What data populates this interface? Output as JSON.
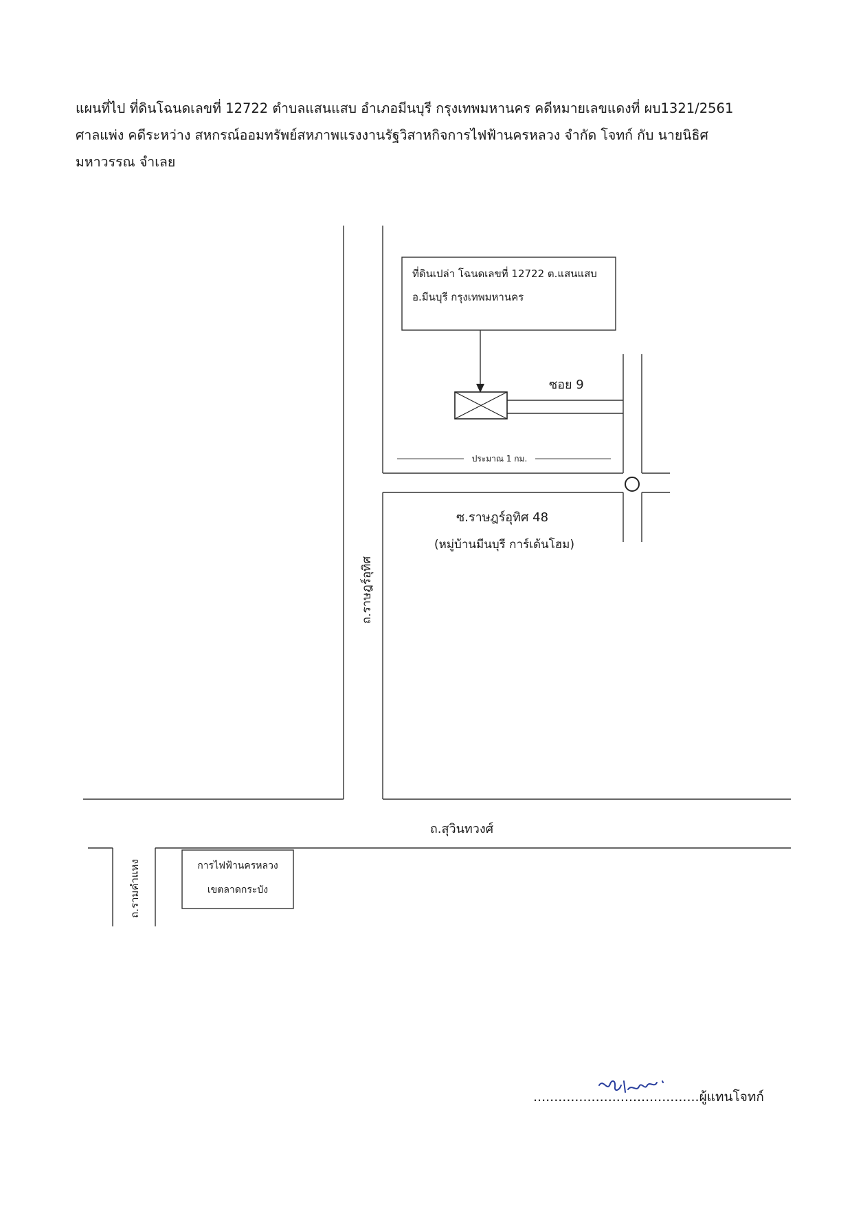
{
  "heading": {
    "line1": "แผนที่ไป ที่ดินโฉนดเลขที่ 12722 ตำบลแสนแสบ อำเภอมีนบุรี กรุงเทพมหานคร คดีหมายเลขแดงที่ ผบ1321/2561",
    "line2": "ศาลแพ่ง คดีระหว่าง สหกรณ์ออมทรัพย์สหภาพแรงงานรัฐวิสาหกิจการไฟฟ้านครหลวง จำกัด โจทก์ กับ  นายนิธิศ",
    "line3": "มหาวรรณ  จำเลย"
  },
  "map": {
    "plot_box": {
      "line1": "ที่ดินเปล่า โฉนดเลขที่ 12722 ต.แสนแสบ",
      "line2": "อ.มีนบุรี กรุงเทพมหานคร"
    },
    "soi9": "ซอย 9",
    "distance": "ประมาณ 1 กม.",
    "soi_ratchuthit": "ซ.ราษฎร์อุทิศ 48",
    "village": "(หมู่บ้านมีนบุรี การ์เด้นโฮม)",
    "road_ratchuthit": "ถ.ราษฎร์อุทิศ",
    "road_suwinthawong": "ถ.สุวินทวงศ์",
    "road_ramkhamhaeng": "ถ.รามคำแหง",
    "mea_box": {
      "line1": "การไฟฟ้านครหลวง",
      "line2": "เขตลาดกระบัง"
    }
  },
  "signature": {
    "dots": "........................................",
    "role": "ผู้แทนโจทก์",
    "ink_color": "#2a3f9e"
  }
}
